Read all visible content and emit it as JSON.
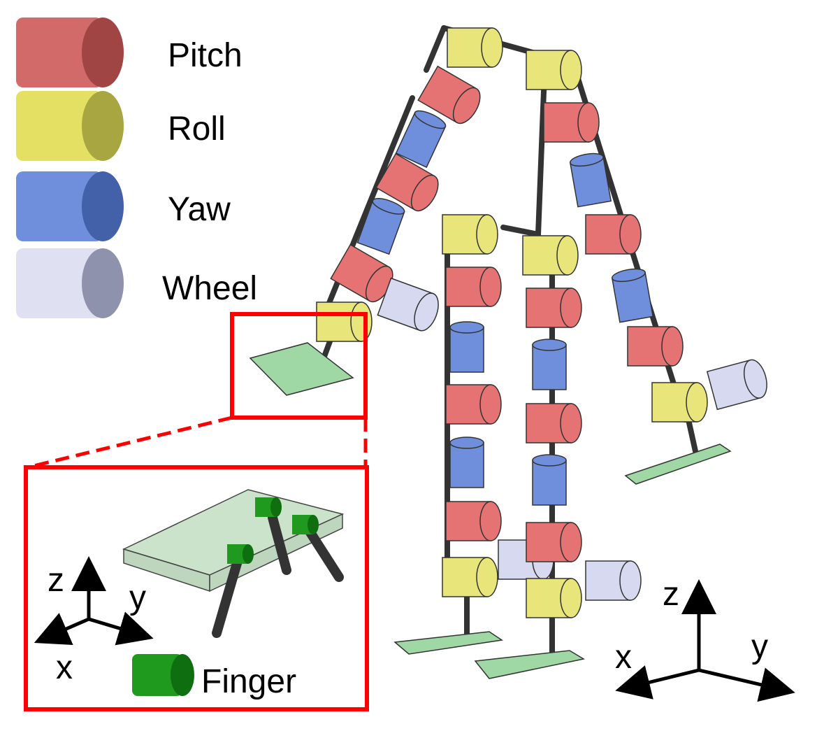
{
  "legend": {
    "items": [
      {
        "label": "Pitch",
        "color": "#e57373"
      },
      {
        "label": "Roll",
        "color": "#e8e67a"
      },
      {
        "label": "Yaw",
        "color": "#6f8fdc"
      },
      {
        "label": "Wheel",
        "color": "#d6d9f0"
      }
    ]
  },
  "inset": {
    "finger_label": "Finger",
    "finger_color": "#1f9a1f",
    "highlight_color": "#ff0000",
    "axes": {
      "z": "z",
      "y": "y",
      "x": "x"
    }
  },
  "main_axes": {
    "z": "z",
    "y": "y",
    "x": "x"
  },
  "colors": {
    "pitch": "#e57373",
    "roll": "#e8e67a",
    "yaw": "#6f8fdc",
    "wheel": "#d6d9f0",
    "foot": "#9fd8a4",
    "link": "#333333"
  }
}
